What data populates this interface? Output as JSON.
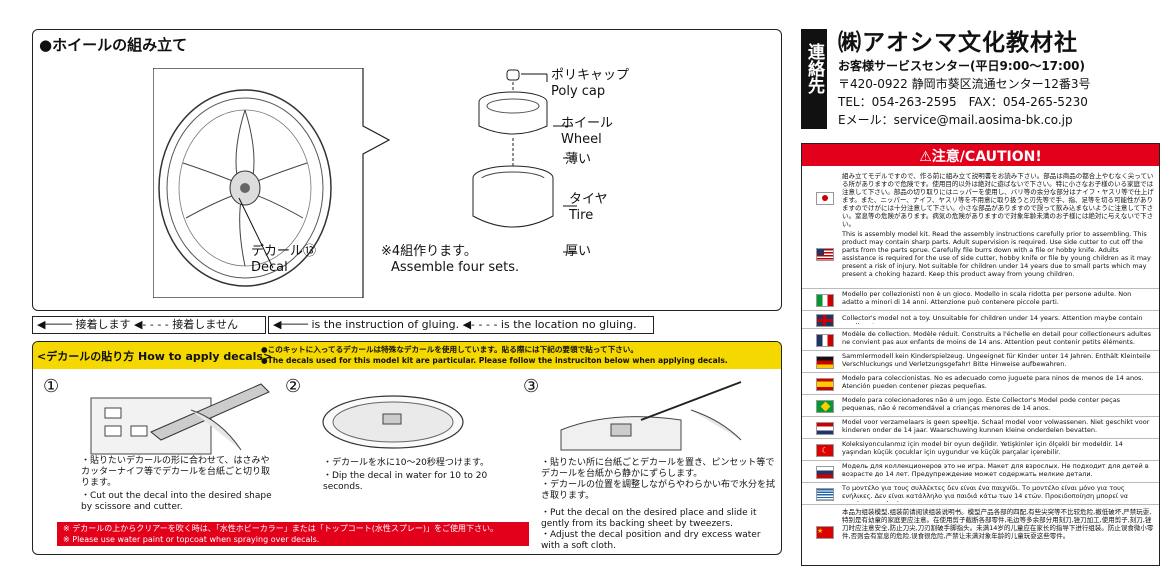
{
  "assembly": {
    "title": "●ホイールの組み立て",
    "poly_cap_jp": "ポリキャップ",
    "poly_cap_en": "Poly cap",
    "wheel_jp": "ホイール",
    "wheel_en": "Wheel",
    "thin": "薄い",
    "tire_jp": "タイヤ",
    "tire_en": "Tire",
    "thick": "厚い",
    "decal_jp": "デカール⑬",
    "decal_en": "Decal",
    "four_sets_jp": "※4組作ります。",
    "four_sets_en": "Assemble four sets."
  },
  "legend": {
    "jp_glue": "接着します",
    "jp_noglue": "接着しません",
    "en_glue": "is the instruction of gluing.",
    "en_noglue": "is the location no gluing."
  },
  "decals": {
    "header": "<デカールの貼り方 How to apply decals>",
    "note_jp": "●このキットに入ってるデカールは特殊なデカールを使用しています。貼る際には下記の要領で貼って下さい。",
    "note_en": "●The decals used for this model kit are particular. Please follow the instruciton below when applying decals.",
    "step1_num": "①",
    "step1_jp": "・貼りたいデカールの形に合わせて、はさみやカッターナイフ等でデカールを台紙ごと切り取ります。",
    "step1_en": "・Cut out the decal into the desired shape by scissore and cutter.",
    "step2_num": "②",
    "step2_jp": "・デカールを水に10〜20秒程つけます。",
    "step2_en": "・Dip the decal in water for 10 to 20 seconds.",
    "step3_num": "③",
    "step3_jp1": "・貼りたい所に台紙ごとデカールを置き、ピンセット等でデカールを台紙から静かにずらします。",
    "step3_jp2": "・デカールの位置を調整しながらやわらかい布で水分を拭き取ります。",
    "step3_en1": "・Put the decal on the desired place and slide it gently from its backing sheet by tweezers.",
    "step3_en2": "・Adjust the decal position and dry excess water with a soft cloth.",
    "warn_jp": "※ デカールの上からクリアーを吹く時は、「水性ホビーカラー」または「トップコート(水性スプレー)」をご使用下さい。",
    "warn_en": "※ Please use water paint or topcoat when spraying over decals."
  },
  "contact": {
    "label": "連絡先",
    "company": "㈱アオシマ文化教材社",
    "service": "お客様サービスセンター(平日9:00〜17:00)",
    "address": "〒420-0922 静岡市葵区流通センター12番3号",
    "phone": "TEL：054-263-2595　FAX：054-265-5230",
    "email": "Eメール：service@mail.aosima-bk.co.jp"
  },
  "caution": {
    "title": "⚠注意/CAUTION!",
    "jp": "組み立てモデルですので、作る前に組み立て説明書をお読み下さい。部品は商品の都合上やむなく尖っている所がありますので危険です。使用目的以外は絶対に遊ばないで下さい。特に小さなお子様のいる家庭では注意して下さい。部品の切り取りにはニッパーを使用し、バリ等の余分な部分はナイフ・ヤスリ等で仕上げます。また、ニッパー、ナイフ、ヤスリ等を不用意に取り扱うと刃先等で手、指、足等を切る可能性がありますのでけがには十分注意して下さい。小さな部品がありますので誤って飲み込まないように注意して下さい。窒息等の危険があります。病気の危険がありますので対象年齢未満のお子様には絶対に与えないで下さい。",
    "en": "This is assembly model kit. Read the assembly instructions carefully prior to assembling. This product may contain sharp parts. Adult supervision is required. Use side cutter to cut off the parts from the parts sprue. Carefully file burrs down with a file or hobby knife. Adults assistance is required for the use of side cutter, hobby knife or file by young children as it may present a risk of injury. Not suitable for children under 14 years due to small parts which may present a choking hazard. Keep this product away from young children.",
    "it": "Modello per collezionisti non è un gioco. Modello in scala ridotta per persone adulte. Non adatto a minori di 14 anni. Attenzione può contenere piccole parti.",
    "uk": "Collector's model not a toy. Unsuitable for children under 14 years. Attention maybe contain small parts.",
    "fr": "Modèle de collection. Modèle réduit. Construits a l'échelle en detail pour collectioneurs adultes ne convient pas aux enfants de moins de 14 ans. Attention peut contenir petits éléments.",
    "de": "Sammlermodell kein Kinderspielzeug. Ungeeignet für Kinder unter 14 Jahren. Enthält Kleinteile Verschluckungs und Verletzungsgefahr! Bitte Hinweise aufbewahren.",
    "es": "Modelo para coleccionistas. No es adecuado como juguete para ninos de menos de 14 anos. Atención pueden contener piezas pequeñas.",
    "pt": "Modelo para colecionadores não é um jogo. Este Collector's Model pode conter peças pequenas, não é recomendável a crianças menores de 14 anos.",
    "nl": "Model voor verzamelaars is geen speeltje. Schaal model voor volwassenen. Niet geschikt voor kinderen onder de 14 jaar. Waarschuwing kunnen kleine onderdelen bevatten.",
    "tr": "Koleksiyonculanmız için model bir oyun değildir. Yetişkinler için ölçekli bir modeldir. 14 yaşından küçük çocuklar için uygundur ve küçük parçalar içerebilir.",
    "ru": "Модель для коллекционеров это не игра. Макет для взрослых. Не подходит для детей в возрасте до 14 лет. Предупреждение может содержать мелкие детали.",
    "gr": "Το μοντέλο για τους συλλέκτες δεν είναι ένα παιχνίδι. Το μοντέλο είναι μόνο για τους ενήλικες. Δεν είναι κατάλληλο για παιδιά κάτω των 14 ετών. Προειδοποίηση μπορεί να περιέχει μικρά μέρη.",
    "cn": "本品为组装模型,组装前请阅读组装说明书。模型产品各部的四配,有些尖突等不比较危险,撤低破坏,严禁玩耍,特别是有幼童的家庭更应注意。在使用剪子截断各部零件,毛边等多余部分用刻刀,锉刀加工,使用剪子,刻刀,锉刀时应注意安全,防止刀尖,刀刃割破手脚指头。未满14岁的儿童应在家长的指导下进行组装。防止误食微小零件,否则会有窒息的危险,误食很危险,严禁让未满对象年龄的儿童玩耍这些零件。"
  }
}
